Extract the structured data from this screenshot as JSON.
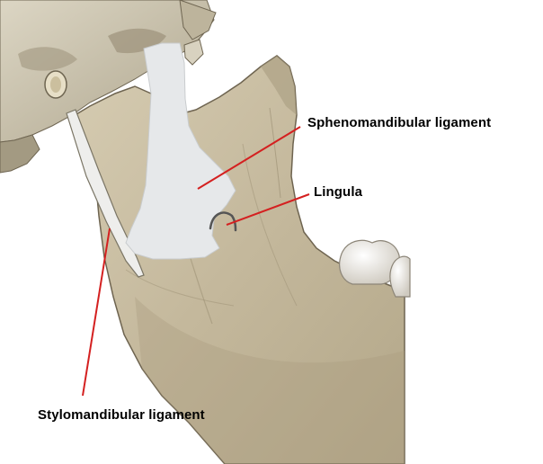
{
  "labels": {
    "sphenomandibular": "Sphenomandibular ligament",
    "lingula": "Lingula",
    "stylomandibular": "Stylomandibular ligament"
  },
  "colors": {
    "leader_line": "#d42020",
    "ligament": "#e6e8ea",
    "bone": "#c7bb9f",
    "bone_shadow": "#8f8468",
    "skull": "#cfc8b4",
    "teeth": "#f2f0ec",
    "label_text": "#000000"
  }
}
